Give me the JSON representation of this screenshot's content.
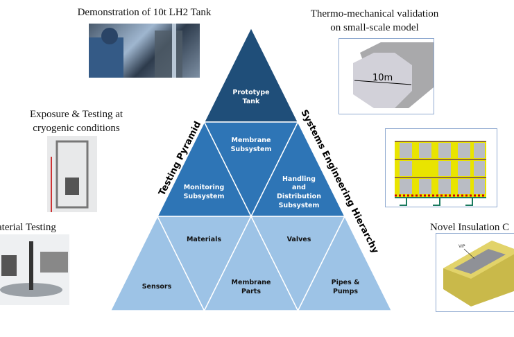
{
  "captions": {
    "demo": "Demonstration of 10t LH2 Tank",
    "thermo_line1": "Thermo-mechanical validation",
    "thermo_line2": "on small-scale model",
    "exposure_line1": "Exposure & Testing at",
    "exposure_line2": "cryogenic conditions",
    "material": "aterial Testing",
    "insulation": "Novel Insulation C"
  },
  "side_labels": {
    "left": "Testing Pyramid",
    "right": "Systems Engineering Hierarchy"
  },
  "pyramid": {
    "top": {
      "line1": "Prototype",
      "line2": "Tank"
    },
    "middle": {
      "monitoring": {
        "line1": "Monitoring",
        "line2": "Subsystem"
      },
      "membrane": {
        "line1": "Membrane",
        "line2": "Subsystem"
      },
      "handling": {
        "line1": "Handling",
        "line2": "and",
        "line3": "Distribution",
        "line4": "Subsystem"
      }
    },
    "bottom": {
      "sensors": "Sensors",
      "materials": "Materials",
      "membrane_parts": {
        "line1": "Membrane",
        "line2": "Parts"
      },
      "valves": "Valves",
      "pipes": {
        "line1": "Pipes &",
        "line2": "Pumps"
      }
    }
  },
  "model_label": "10m",
  "vip_label": "VIP",
  "colors": {
    "top": "#1f4e79",
    "middle": "#2e75b6",
    "bottom": "#9dc3e6"
  }
}
